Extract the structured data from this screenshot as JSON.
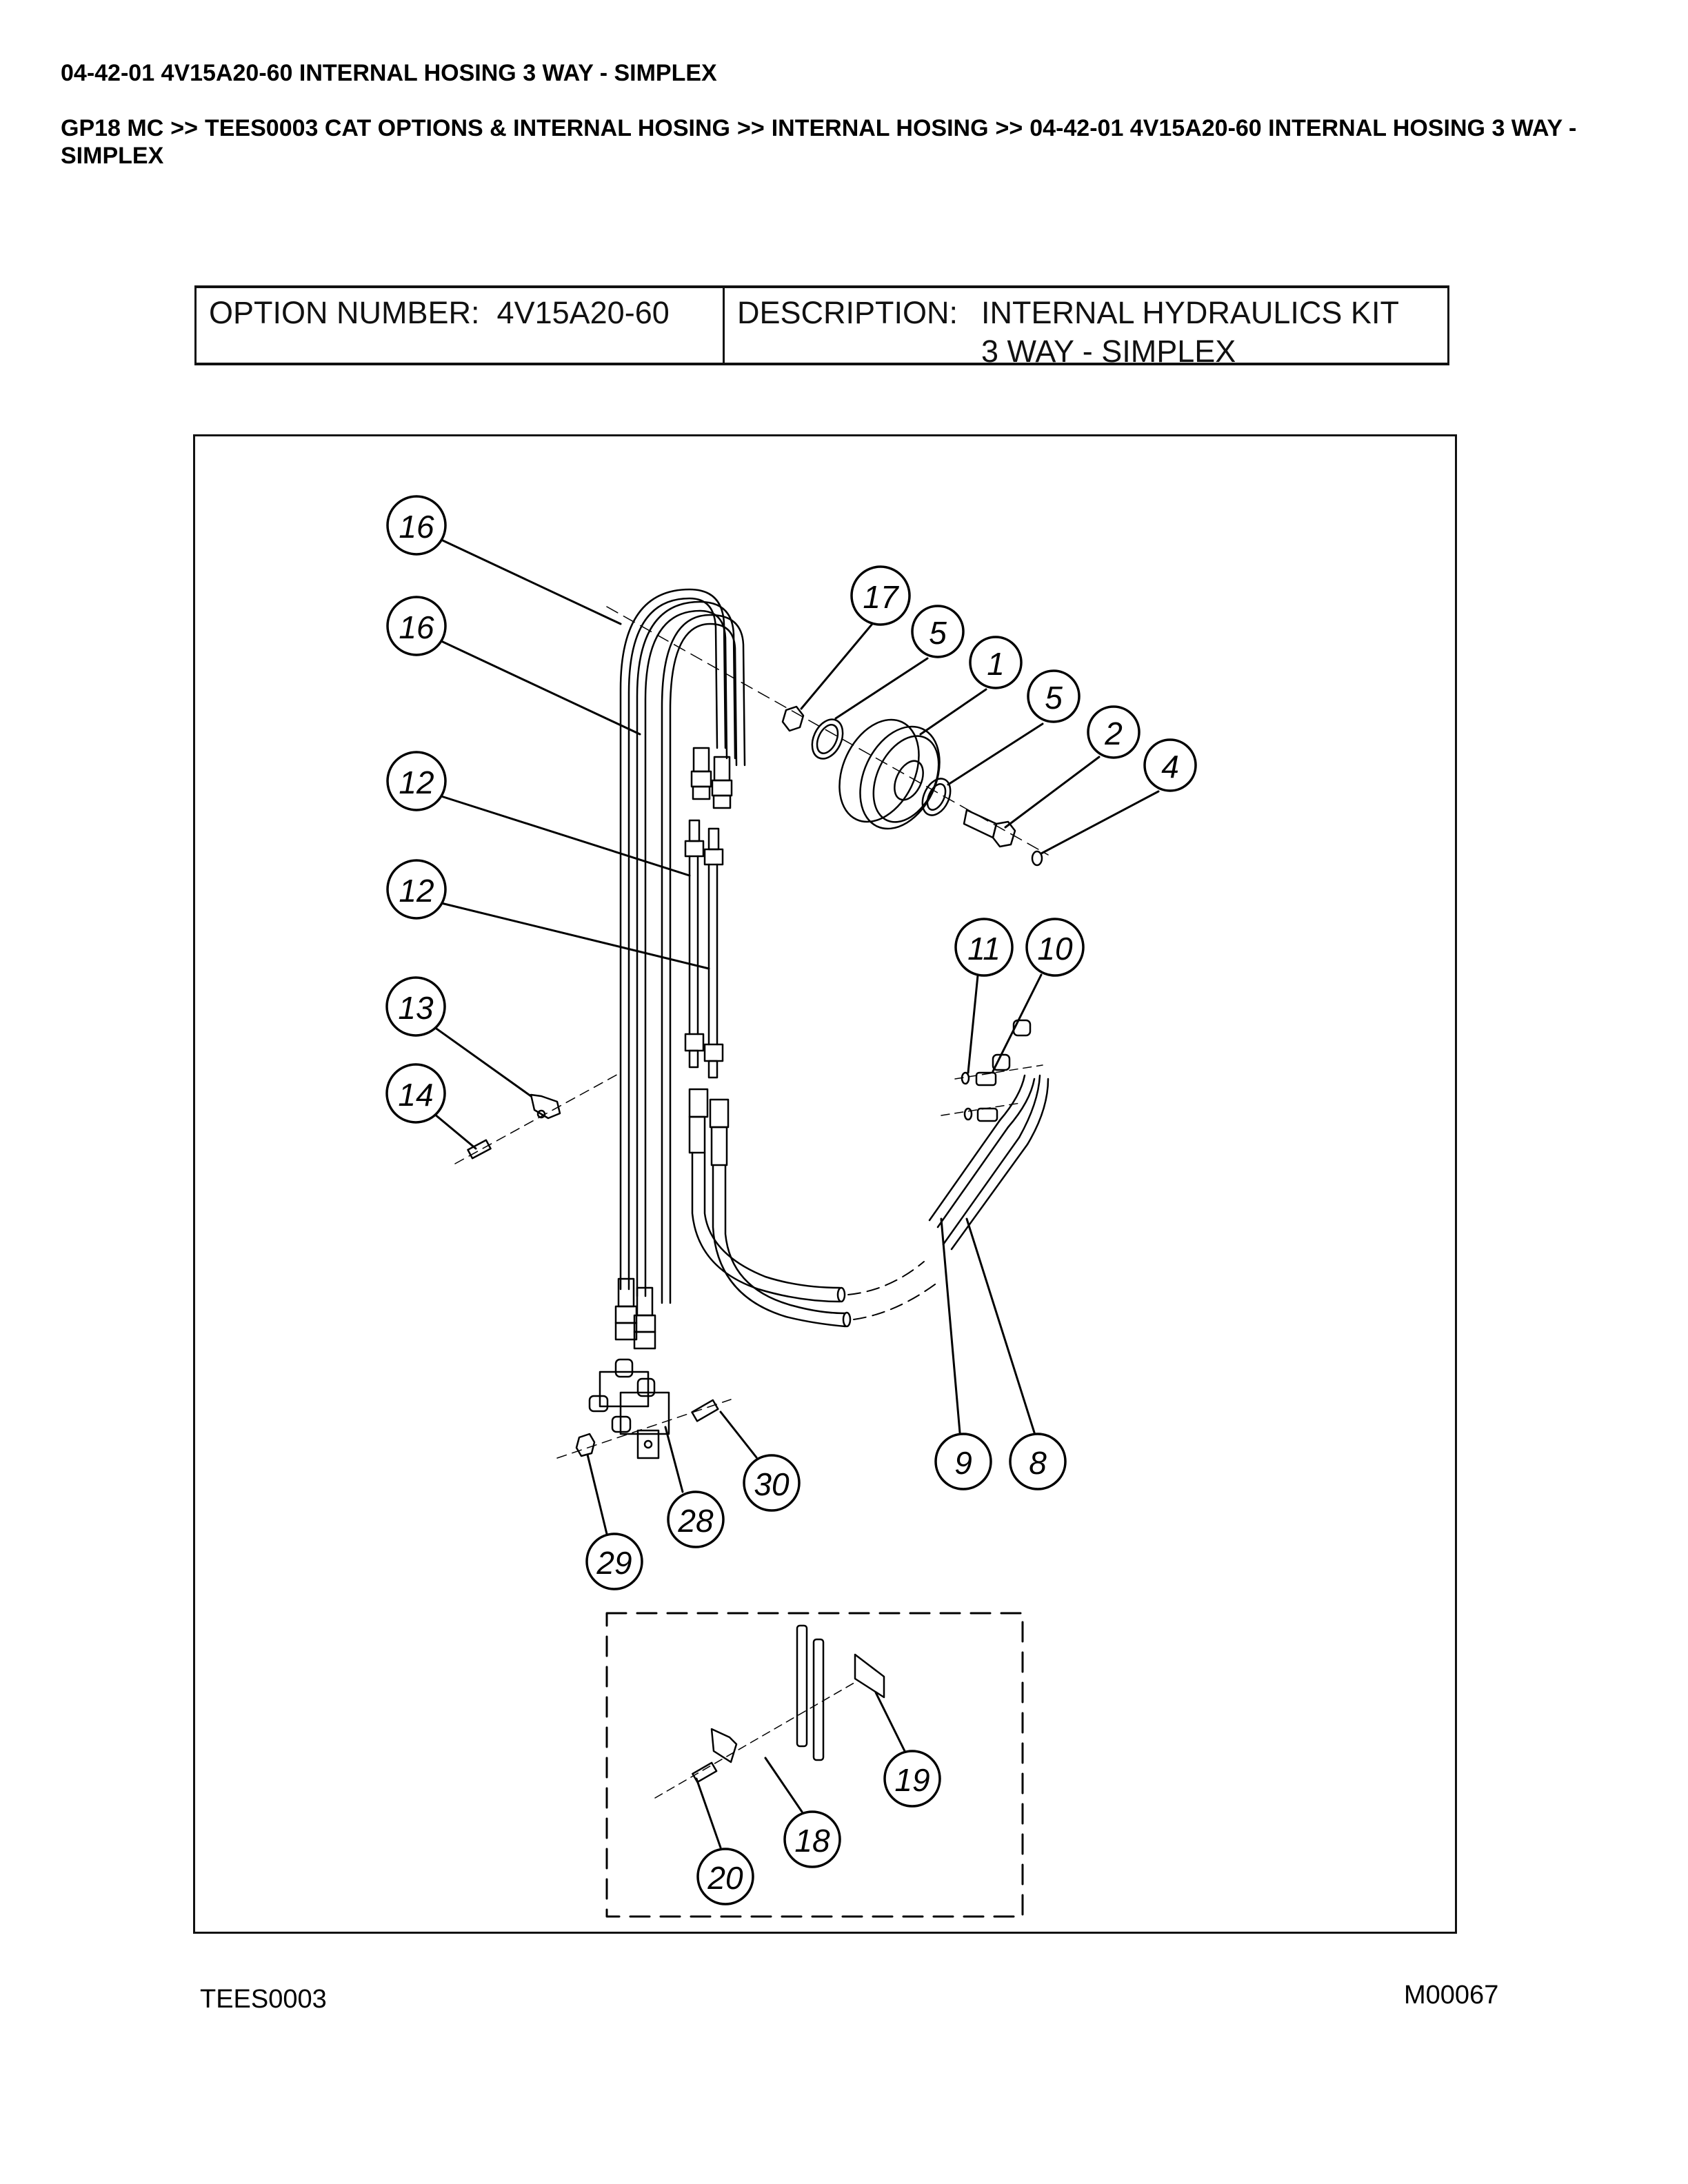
{
  "page": {
    "title": "04-42-01 4V15A20-60 INTERNAL HOSING 3 WAY - SIMPLEX"
  },
  "breadcrumb": {
    "items": [
      "GP18 MC",
      "TEES0003 CAT OPTIONS & INTERNAL HOSING",
      "INTERNAL HOSING",
      "04-42-01 4V15A20-60 INTERNAL HOSING 3 WAY - SIMPLEX"
    ],
    "separator": ">>"
  },
  "option_table": {
    "option_label": "OPTION NUMBER:",
    "option_value": "4V15A20-60",
    "description_label": "DESCRIPTION:",
    "description_line1": "INTERNAL HYDRAULICS KIT",
    "description_line2": "3 WAY - SIMPLEX"
  },
  "diagram": {
    "callouts": [
      {
        "id": "c16a",
        "label": "16"
      },
      {
        "id": "c16b",
        "label": "16"
      },
      {
        "id": "c12a",
        "label": "12"
      },
      {
        "id": "c12b",
        "label": "12"
      },
      {
        "id": "c13",
        "label": "13"
      },
      {
        "id": "c14",
        "label": "14"
      },
      {
        "id": "c17",
        "label": "17"
      },
      {
        "id": "c5a",
        "label": "5"
      },
      {
        "id": "c1",
        "label": "1"
      },
      {
        "id": "c5b",
        "label": "5"
      },
      {
        "id": "c2",
        "label": "2"
      },
      {
        "id": "c4",
        "label": "4"
      },
      {
        "id": "c11",
        "label": "11"
      },
      {
        "id": "c10",
        "label": "10"
      },
      {
        "id": "c9",
        "label": "9"
      },
      {
        "id": "c8",
        "label": "8"
      },
      {
        "id": "c30",
        "label": "30"
      },
      {
        "id": "c28",
        "label": "28"
      },
      {
        "id": "c29",
        "label": "29"
      },
      {
        "id": "c19",
        "label": "19"
      },
      {
        "id": "c18",
        "label": "18"
      },
      {
        "id": "c20",
        "label": "20"
      }
    ]
  },
  "footer": {
    "left_code": "TEES0003",
    "right_code": "M00067"
  }
}
